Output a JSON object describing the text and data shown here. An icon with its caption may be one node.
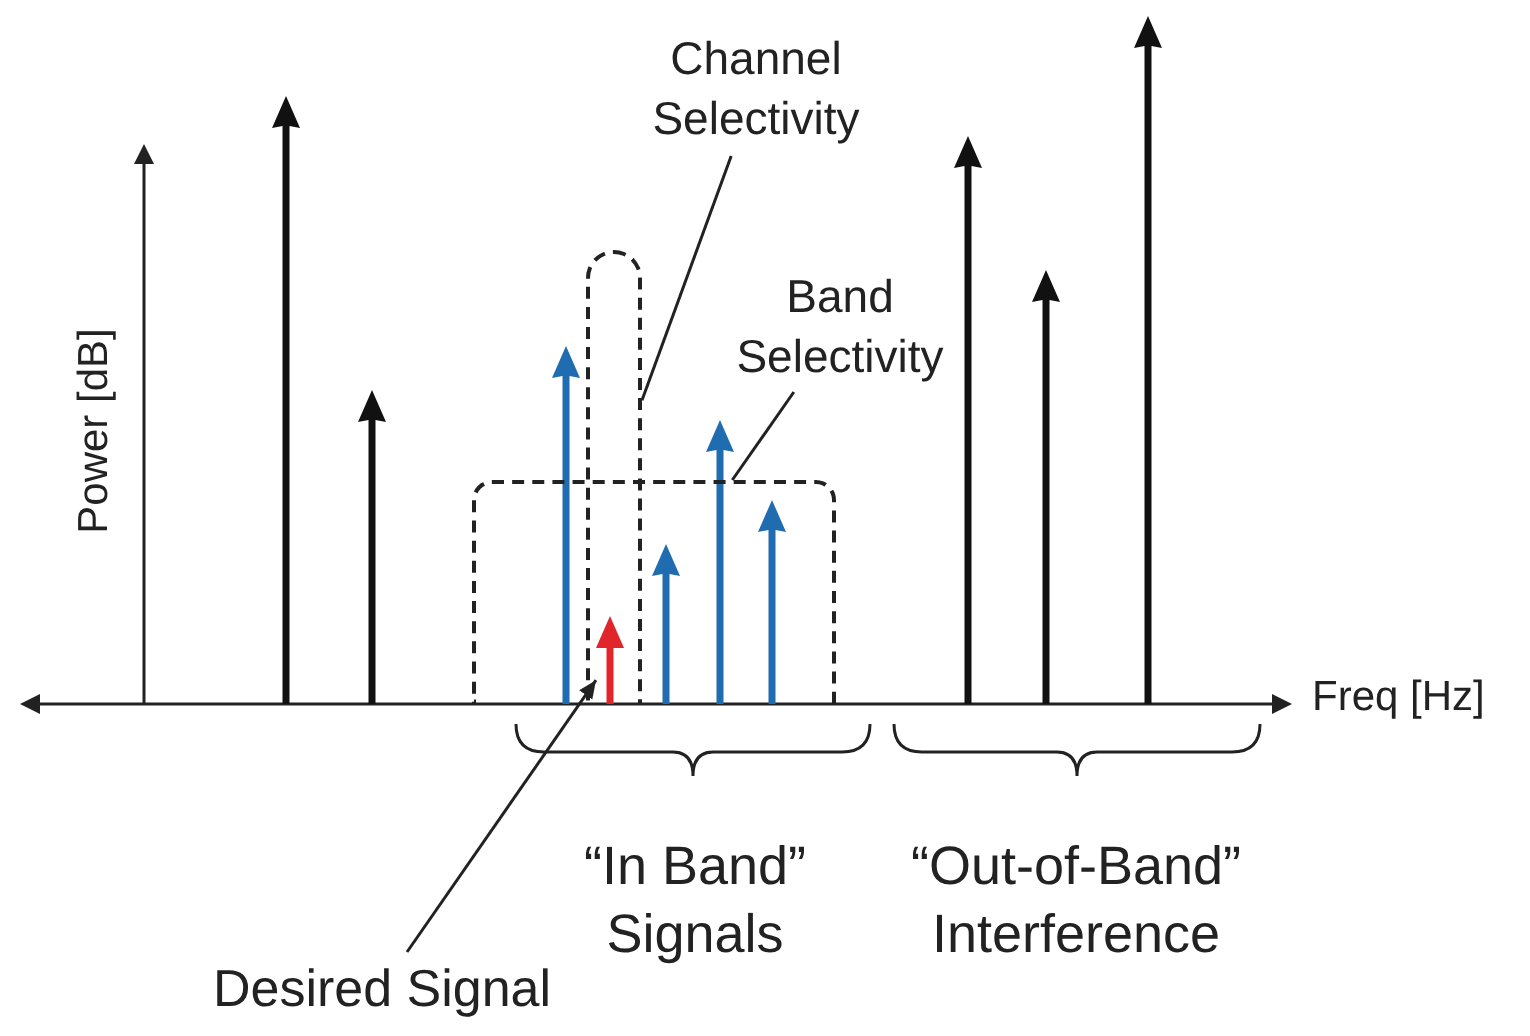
{
  "diagram": {
    "nodes": [
      {
        "text": [
          "Channel Selectivity"
        ]
      },
      {
        "text": [],
        "shape": "box"
      },
      {
        "text": [
          "Band Selectivity"
        ]
      },
      {
        "text": [],
        "shape": "box"
      },
      {
        "text": [
          "Desired Signal"
        ]
      },
      {
        "text": [],
        "shape": "arrow"
      }
    ],
    "edges": [
      {
        "from": 0,
        "to": 1,
        "arrow": "none"
      },
      {
        "from": 2,
        "to": 3,
        "arrow": "none"
      },
      {
        "from": 4,
        "to": 5,
        "arrow": "to"
      }
    ],
    "labels": [
      "Power [dB]",
      "Freq [Hz]",
      "“In Band” Signals",
      "“Out-of-Band” Interference"
    ]
  }
}
